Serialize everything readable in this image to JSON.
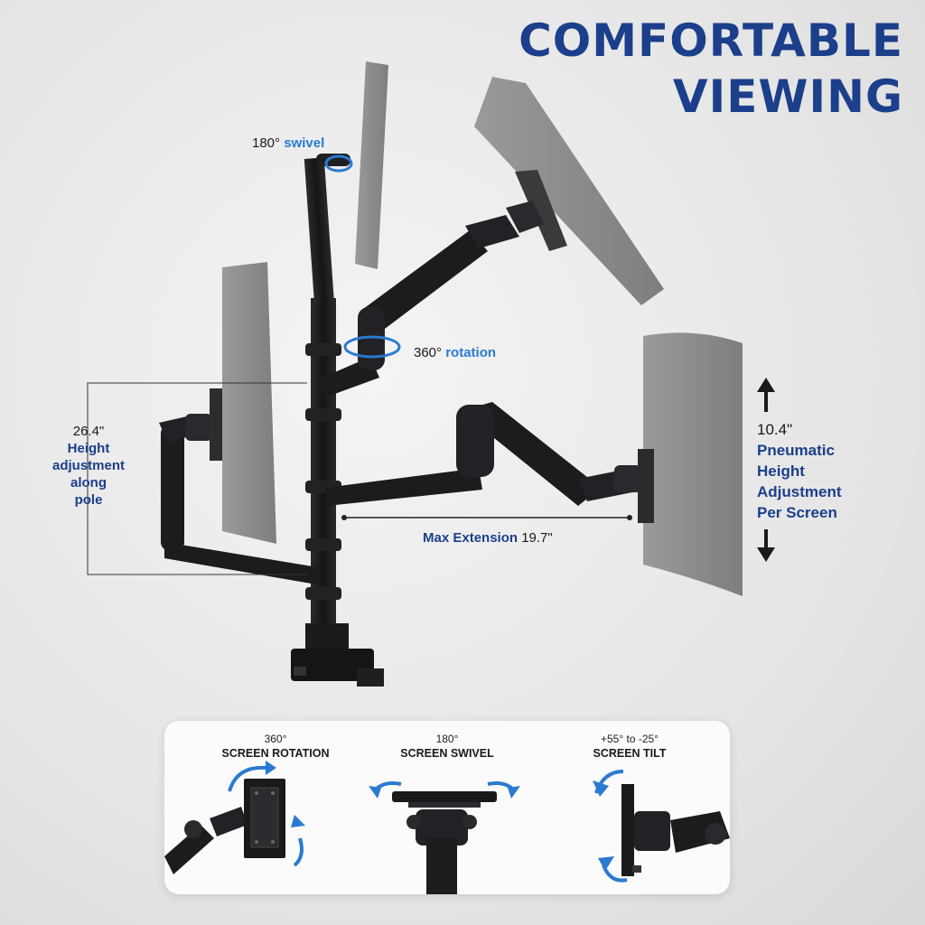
{
  "headline": {
    "line1": "COMFORTABLE",
    "line2": "VIEWING"
  },
  "callouts": {
    "swivel": {
      "value": "180°",
      "word": "swivel"
    },
    "rotation": {
      "value": "360°",
      "word": "rotation"
    },
    "pole_height": {
      "value": "26.4\"",
      "line1": "Height",
      "line2": "adjustment",
      "line3": "along",
      "line4": "pole"
    },
    "pneumatic": {
      "value": "10.4\"",
      "line1": "Pneumatic",
      "line2": "Height",
      "line3": "Adjustment",
      "line4": "Per Screen"
    },
    "extension": {
      "word": "Max Extension",
      "value": "19.7\""
    }
  },
  "features": [
    {
      "value": "360°",
      "caption": "SCREEN ROTATION"
    },
    {
      "value": "180°",
      "caption": "SCREEN SWIVEL"
    },
    {
      "value": "+55° to -25°",
      "caption": "SCREEN TILT"
    }
  ],
  "colors": {
    "navy": "#1b3f8a",
    "accent_blue": "#2a7ad0",
    "arm": "#1c1c1f",
    "screen": "#8c8c8c"
  },
  "icons": [
    "swivel-arrow-icon",
    "rotation-arrow-icon",
    "up-arrow-icon",
    "down-arrow-icon",
    "curved-arrow-icon"
  ]
}
